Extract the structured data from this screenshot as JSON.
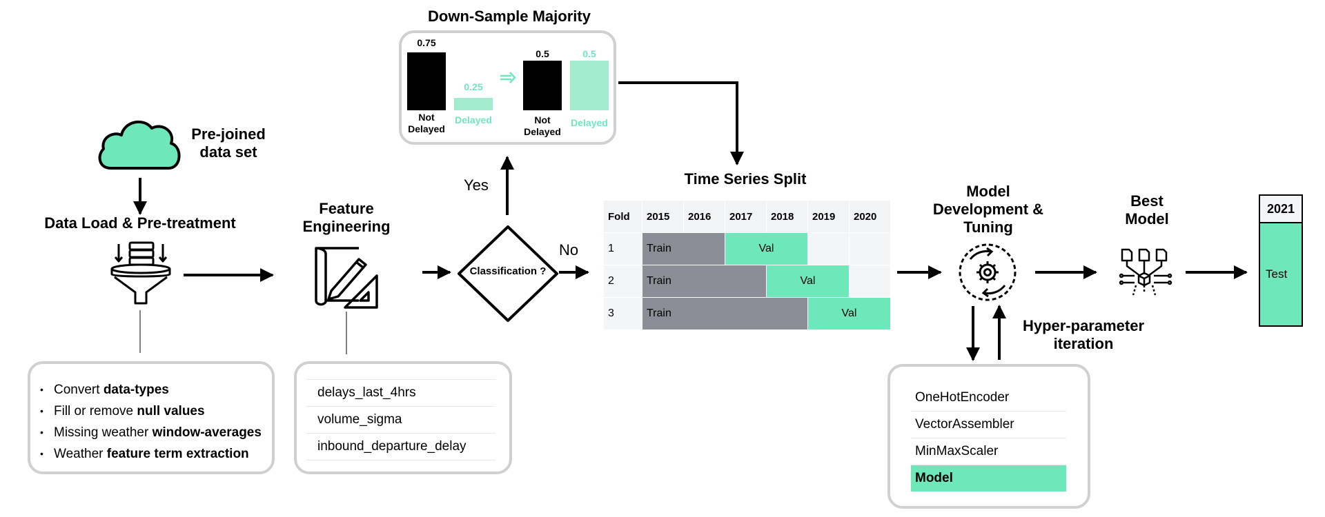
{
  "colors": {
    "accent": "#6ee7bb",
    "train": "#8b8e96",
    "panel_border": "#d0d0d0"
  },
  "source": {
    "title": "Pre-joined data set",
    "icon": "cloud-icon"
  },
  "load": {
    "title": "Data Load & Pre-treatment",
    "icon": "funnel-database-icon",
    "bullets": [
      {
        "plain": "Convert ",
        "bold": "data-types"
      },
      {
        "plain": "Fill or remove ",
        "bold": "null values"
      },
      {
        "plain": "Missing weather ",
        "bold": "window-averages"
      },
      {
        "plain": "Weather ",
        "bold": "feature term extraction"
      }
    ]
  },
  "feature": {
    "title": "Feature Engineering",
    "icon": "blueprint-pencil-icon",
    "items": [
      "delays_last_4hrs",
      "volume_sigma",
      "inbound_departure_delay"
    ]
  },
  "decision": {
    "label": "Classification ?",
    "yes": "Yes",
    "no": "No"
  },
  "downsample": {
    "title": "Down-Sample Majority",
    "before": [
      {
        "value": "0.75",
        "label": "Not Delayed"
      },
      {
        "value": "0.25",
        "label": "Delayed"
      }
    ],
    "after": [
      {
        "value": "0.5",
        "label": "Not Delayed"
      },
      {
        "value": "0.5",
        "label": "Delayed"
      }
    ]
  },
  "timeseries": {
    "title": "Time Series Split",
    "header": [
      "Fold",
      "2015",
      "2016",
      "2017",
      "2018",
      "2019",
      "2020"
    ],
    "rows": [
      {
        "fold": "1",
        "train": "Train",
        "val": "Val"
      },
      {
        "fold": "2",
        "train": "Train",
        "val": "Val"
      },
      {
        "fold": "3",
        "train": "Train",
        "val": "Val"
      }
    ]
  },
  "model_dev": {
    "title": "Model Development & Tuning",
    "icon": "gear-cycle-icon",
    "hyper": "Hyper-parameter iteration",
    "pipeline": [
      "OneHotEncoder",
      "VectorAssembler",
      "MinMaxScaler",
      "Model"
    ]
  },
  "best": {
    "title": "Best Model",
    "icon": "network-model-icon"
  },
  "test": {
    "year": "2021",
    "label": "Test"
  }
}
